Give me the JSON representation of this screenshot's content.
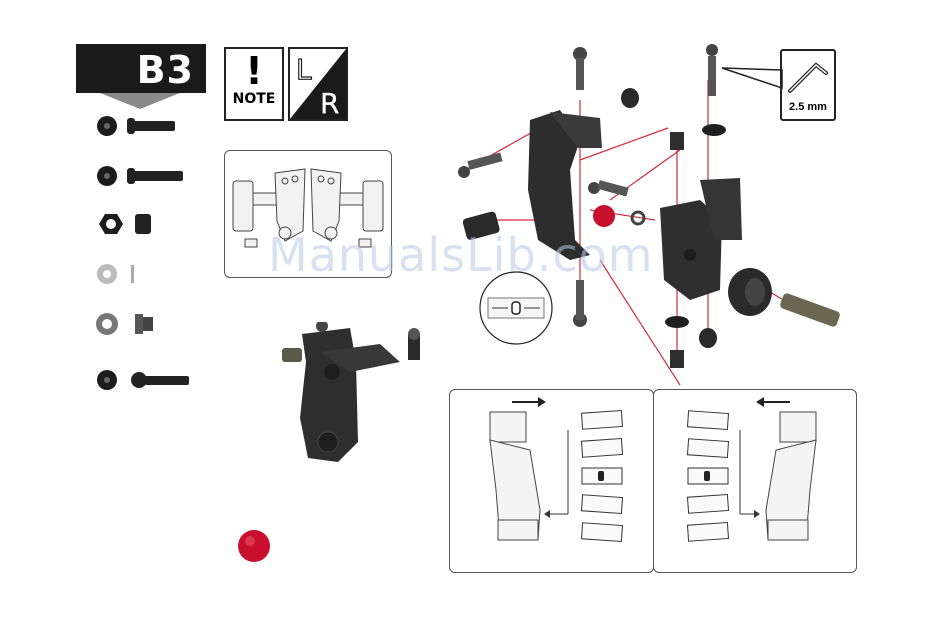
{
  "step": {
    "label": "B3"
  },
  "note": {
    "mark": "!",
    "label": "NOTE"
  },
  "sides": {
    "left": "L",
    "right": "R"
  },
  "tool": {
    "size": "2.5 mm"
  },
  "watermark": "ManualsLib.com",
  "colors": {
    "accent_red": "#c8102e",
    "guide_line": "#d42a3a",
    "part_dark": "#2b2b2b"
  }
}
